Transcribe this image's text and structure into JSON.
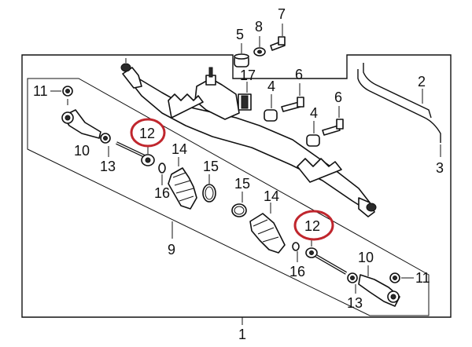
{
  "diagram": {
    "colors": {
      "line": "#111111",
      "highlight": "#c0262d",
      "background": "#ffffff"
    },
    "callouts": [
      {
        "id": "c7a",
        "text": "7"
      },
      {
        "id": "c8",
        "text": "8"
      },
      {
        "id": "c5",
        "text": "5"
      },
      {
        "id": "c17",
        "text": "17"
      },
      {
        "id": "c4a",
        "text": "4"
      },
      {
        "id": "c6a",
        "text": "6"
      },
      {
        "id": "c4b",
        "text": "4"
      },
      {
        "id": "c6b",
        "text": "6"
      },
      {
        "id": "c2",
        "text": "2"
      },
      {
        "id": "c3",
        "text": "3"
      },
      {
        "id": "c11a",
        "text": "11"
      },
      {
        "id": "c10a",
        "text": "10"
      },
      {
        "id": "c13a",
        "text": "13"
      },
      {
        "id": "c12a",
        "text": "12"
      },
      {
        "id": "c14a",
        "text": "14"
      },
      {
        "id": "c15a",
        "text": "15"
      },
      {
        "id": "c16a",
        "text": "16"
      },
      {
        "id": "c9",
        "text": "9"
      },
      {
        "id": "c15b",
        "text": "15"
      },
      {
        "id": "c14b",
        "text": "14"
      },
      {
        "id": "c12b",
        "text": "12"
      },
      {
        "id": "c16b",
        "text": "16"
      },
      {
        "id": "c10b",
        "text": "10"
      },
      {
        "id": "c11b",
        "text": "11"
      },
      {
        "id": "c13b",
        "text": "13"
      },
      {
        "id": "c1",
        "text": "1"
      }
    ],
    "highlighted_callouts": [
      "12"
    ]
  }
}
